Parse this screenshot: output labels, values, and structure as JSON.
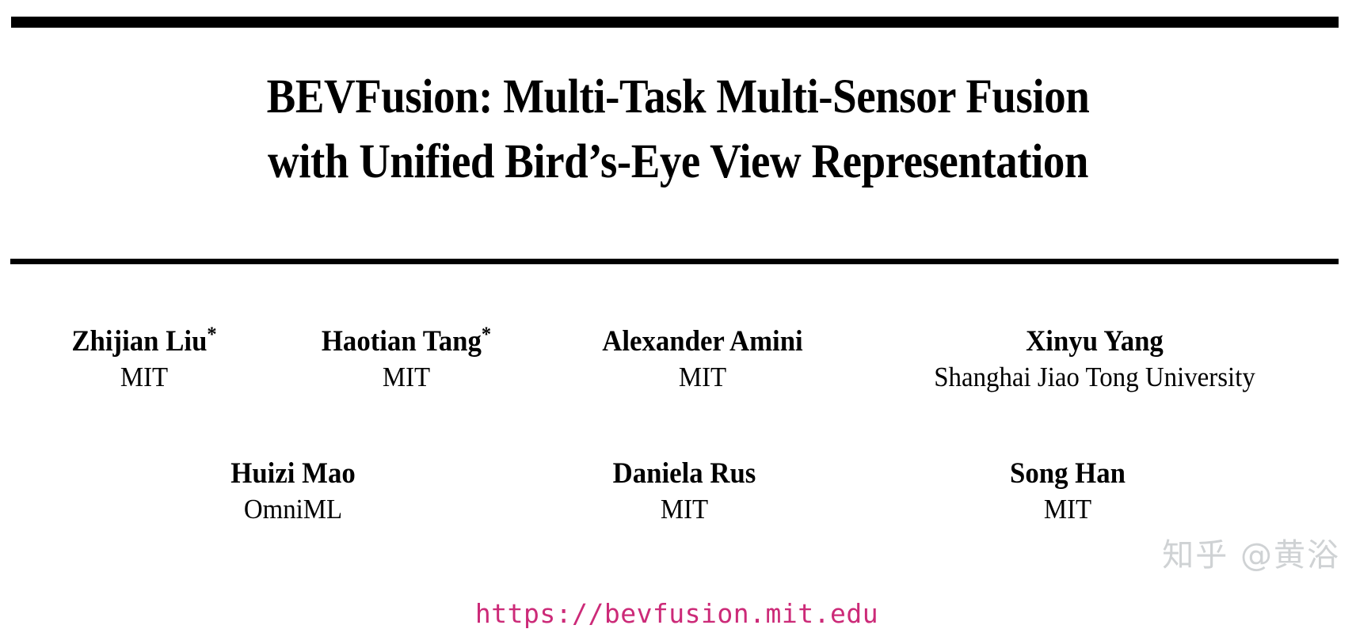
{
  "document": {
    "type": "paper-title-page",
    "background_color": "#ffffff",
    "text_color": "#000000"
  },
  "rules": {
    "top_bar": "solid-black-bar",
    "title_rule": "solid-black-rule"
  },
  "title": {
    "line1": "BEVFusion: Multi-Task Multi-Sensor Fusion",
    "line2": "with Unified Bird’s-Eye View Representation"
  },
  "authors": {
    "row1": [
      {
        "name": "Zhijian Liu",
        "marker": "*",
        "affiliation": "MIT"
      },
      {
        "name": "Haotian Tang",
        "marker": "*",
        "affiliation": "MIT"
      },
      {
        "name": "Alexander Amini",
        "marker": "",
        "affiliation": "MIT"
      },
      {
        "name": "Xinyu Yang",
        "marker": "",
        "affiliation": "Shanghai Jiao Tong University"
      }
    ],
    "row2": [
      {
        "name": "Huizi Mao",
        "marker": "",
        "affiliation": "OmniML"
      },
      {
        "name": "Daniela Rus",
        "marker": "",
        "affiliation": "MIT"
      },
      {
        "name": "Song Han",
        "marker": "",
        "affiliation": "MIT"
      }
    ]
  },
  "project_url": {
    "text": "https://bevfusion.mit.edu",
    "color": "#cc2a78"
  },
  "watermark": {
    "text": "知乎 @黄浴",
    "color": "#cfd2d4"
  }
}
